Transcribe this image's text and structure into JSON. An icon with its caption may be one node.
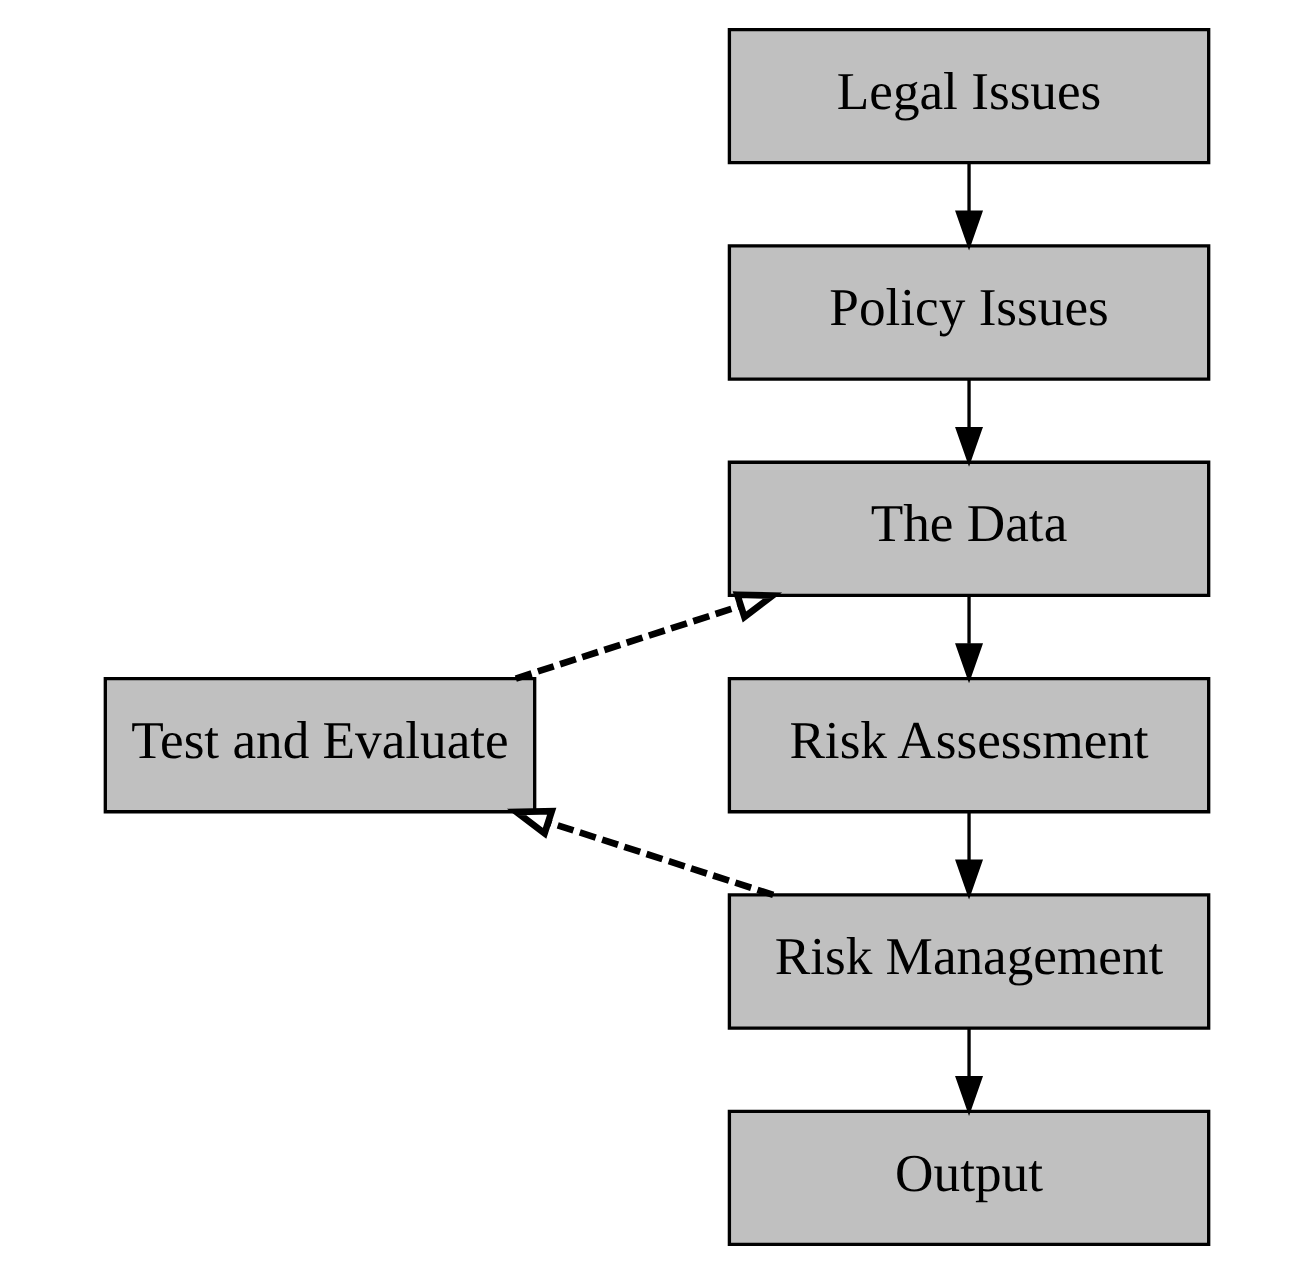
{
  "diagram": {
    "nodes": [
      {
        "text": [
          "Legal Issues"
        ]
      },
      {
        "text": [
          "Policy Issues"
        ]
      },
      {
        "text": [
          "The Data"
        ]
      },
      {
        "text": [
          "Risk Assessment"
        ]
      },
      {
        "text": [
          "Risk Management"
        ]
      },
      {
        "text": [
          "Output"
        ]
      },
      {
        "text": [
          "Test and Evaluate"
        ]
      }
    ],
    "edges": [
      {
        "from": 0,
        "to": 1,
        "arrow": "to"
      },
      {
        "from": 1,
        "to": 2,
        "arrow": "to"
      },
      {
        "from": 2,
        "to": 3,
        "arrow": "to"
      },
      {
        "from": 3,
        "to": 4,
        "arrow": "to"
      },
      {
        "from": 4,
        "to": 5,
        "arrow": "to"
      },
      {
        "from": 4,
        "to": 6,
        "arrow": "to",
        "style": "dashed"
      },
      {
        "from": 6,
        "to": 2,
        "arrow": "to",
        "style": "dashed"
      }
    ]
  }
}
